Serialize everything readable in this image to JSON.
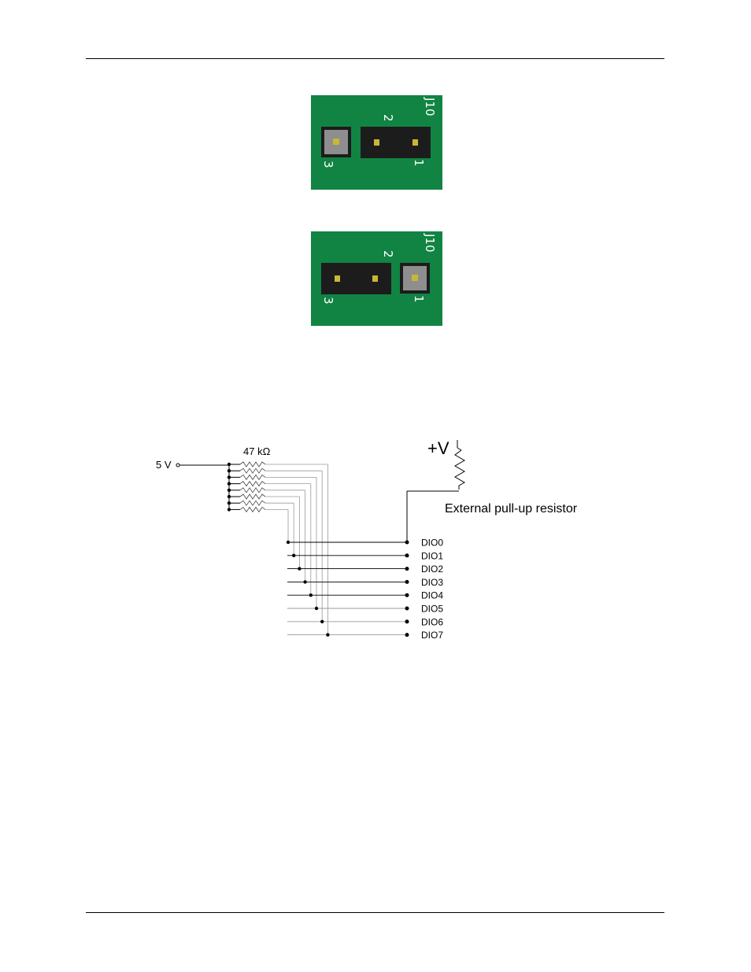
{
  "colors": {
    "board": "#118443",
    "header": "#1c1c1c",
    "pad": "#8e8e8e",
    "pin": "#c9b637",
    "ink": "#000000",
    "wire_light": "#9a9a9a"
  },
  "jumper_a": {
    "connector": "J10",
    "pin_1": "1",
    "pin_2": "2",
    "pin_3": "3",
    "shorted": "pins 1-2"
  },
  "jumper_b": {
    "connector": "J10",
    "pin_1": "1",
    "pin_2": "2",
    "pin_3": "3",
    "shorted": "pins 2-3"
  },
  "schematic": {
    "supply_label": "5 V",
    "resistor_label": "47 kΩ",
    "external_supply_label": "+V",
    "external_resistor_label": "External pull-up resistor",
    "dio_labels": [
      "DIO0",
      "DIO1",
      "DIO2",
      "DIO3",
      "DIO4",
      "DIO5",
      "DIO6",
      "DIO7"
    ]
  }
}
